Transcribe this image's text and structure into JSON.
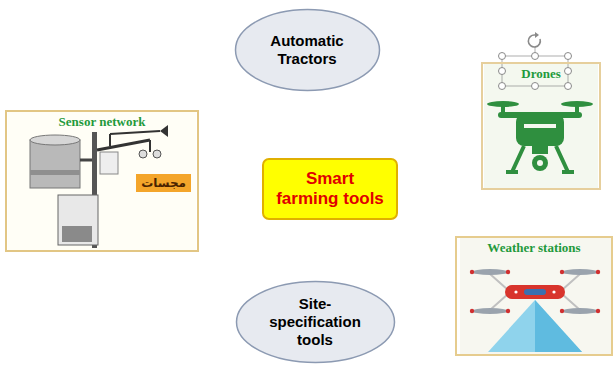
{
  "diagram": {
    "nodes": [
      {
        "text": [
          "Automatic Tractors"
        ]
      },
      {
        "text": [
          "Drones"
        ]
      },
      {
        "text": [
          "Sensor network",
          "مجسات"
        ]
      },
      {
        "text": [
          "Smart farming tools"
        ]
      },
      {
        "text": [
          "Weather stations"
        ]
      },
      {
        "text": [
          "Site-specification tools"
        ]
      }
    ]
  }
}
